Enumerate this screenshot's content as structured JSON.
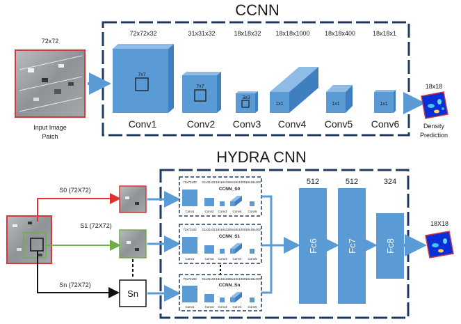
{
  "ccnn": {
    "title": "CCNN",
    "input_size": "72x72",
    "input_label_line1": "Input Image",
    "input_label_line2": "Patch",
    "output_size": "18x18",
    "output_label_line1": "Density",
    "output_label_line2": "Prediction",
    "layers": [
      {
        "name": "Conv1",
        "dims": "72x72x32",
        "kernel": "7x7"
      },
      {
        "name": "Conv2",
        "dims": "31x31x32",
        "kernel": "7x7"
      },
      {
        "name": "Conv3",
        "dims": "18x18x32",
        "kernel": "3x3"
      },
      {
        "name": "Conv4",
        "dims": "18x18x1000",
        "kernel": "1x1"
      },
      {
        "name": "Conv5",
        "dims": "18x18x400",
        "kernel": "1x1"
      },
      {
        "name": "Conv6",
        "dims": "18x18x1",
        "kernel": "1x1"
      }
    ]
  },
  "hydra": {
    "title": "HYDRA CNN",
    "scales": [
      {
        "label": "S0 (72X72)",
        "head": "CCNN_S0"
      },
      {
        "label": "S1 (72X72)",
        "head": "CCNN_S1"
      },
      {
        "label": "Sn (72X72)",
        "head": "CCNN_Sn"
      }
    ],
    "sn_box": "Sn",
    "mini_layers": [
      "Conv1",
      "Conv2",
      "Conv3",
      "Conv4",
      "Conv5"
    ],
    "mini_dims": [
      "72x72x32",
      "31x31x32",
      "18x18x32",
      "18x18x1000",
      "18x18x400"
    ],
    "fc_layers": [
      {
        "name": "Fc6",
        "size": "512"
      },
      {
        "name": "Fc7",
        "size": "512"
      },
      {
        "name": "Fc8",
        "size": "324"
      }
    ],
    "output_size": "18X18"
  },
  "colors": {
    "block_blue": "#5b9bd5",
    "frame_navy": "#1f3864",
    "arrow_blue": "#5b9bd5",
    "red": "#e03030",
    "green": "#70ad47"
  }
}
